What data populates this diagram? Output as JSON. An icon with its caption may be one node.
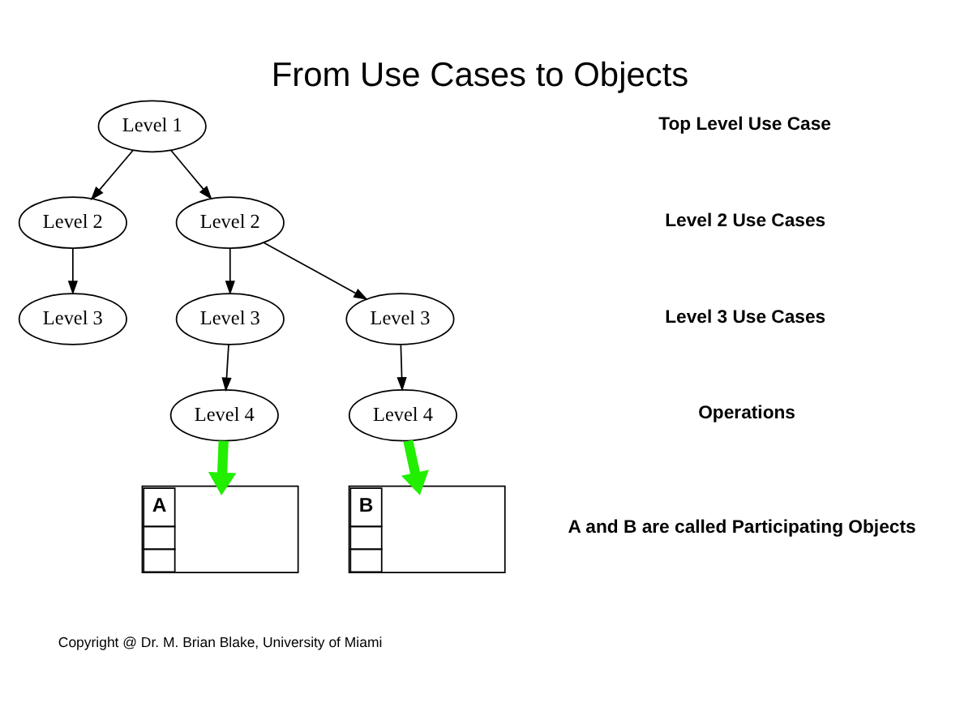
{
  "diagram": {
    "title": "From Use Cases to Objects",
    "nodes": [
      {
        "text": [
          "Level 1"
        ]
      },
      {
        "text": [
          "Level 2"
        ]
      },
      {
        "text": [
          "Level 2"
        ]
      },
      {
        "text": [
          "Level 3"
        ]
      },
      {
        "text": [
          "Level 3"
        ]
      },
      {
        "text": [
          "Level 3"
        ]
      },
      {
        "text": [
          "Level 4"
        ]
      },
      {
        "text": [
          "Level 4"
        ]
      },
      {
        "text": [
          "A"
        ]
      },
      {
        "text": [
          "B"
        ]
      }
    ],
    "edges": [
      {
        "from": 0,
        "to": 1,
        "arrow": "to"
      },
      {
        "from": 0,
        "to": 2,
        "arrow": "to"
      },
      {
        "from": 1,
        "to": 3,
        "arrow": "to"
      },
      {
        "from": 2,
        "to": 4,
        "arrow": "to"
      },
      {
        "from": 2,
        "to": 5,
        "arrow": "to"
      },
      {
        "from": 4,
        "to": 6,
        "arrow": "to"
      },
      {
        "from": 5,
        "to": 7,
        "arrow": "to"
      },
      {
        "from": 6,
        "to": 8,
        "arrow": "to",
        "style": "thick",
        "color": "#22ee00"
      },
      {
        "from": 7,
        "to": 9,
        "arrow": "to",
        "style": "thick",
        "color": "#22ee00"
      }
    ],
    "labels": [
      "Top Level Use Case",
      "Level 2 Use Cases",
      "Level 3 Use Cases",
      "Operations",
      "A and B are called Participating Objects",
      "Copyright @ Dr. M. Brian Blake, University of Miami"
    ]
  }
}
